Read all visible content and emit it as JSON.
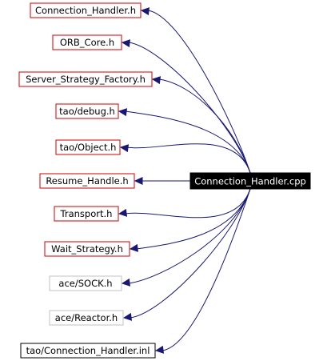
{
  "graph": {
    "target": {
      "label": "Connection_Handler.cpp",
      "fill": "#000000",
      "text_color": "#ffffff"
    },
    "edge_color": "#191970",
    "includes": [
      {
        "label": "Connection_Handler.h",
        "border": "#cc0000"
      },
      {
        "label": "ORB_Core.h",
        "border": "#cc0000"
      },
      {
        "label": "Server_Strategy_Factory.h",
        "border": "#cc0000"
      },
      {
        "label": "tao/debug.h",
        "border": "#cc0000"
      },
      {
        "label": "tao/Object.h",
        "border": "#cc0000"
      },
      {
        "label": "Resume_Handle.h",
        "border": "#cc0000"
      },
      {
        "label": "Transport.h",
        "border": "#cc0000"
      },
      {
        "label": "Wait_Strategy.h",
        "border": "#cc0000"
      },
      {
        "label": "ace/SOCK.h",
        "border": "#c0c0c0"
      },
      {
        "label": "ace/Reactor.h",
        "border": "#c0c0c0"
      },
      {
        "label": "tao/Connection_Handler.inl",
        "border": "#000000"
      }
    ]
  }
}
